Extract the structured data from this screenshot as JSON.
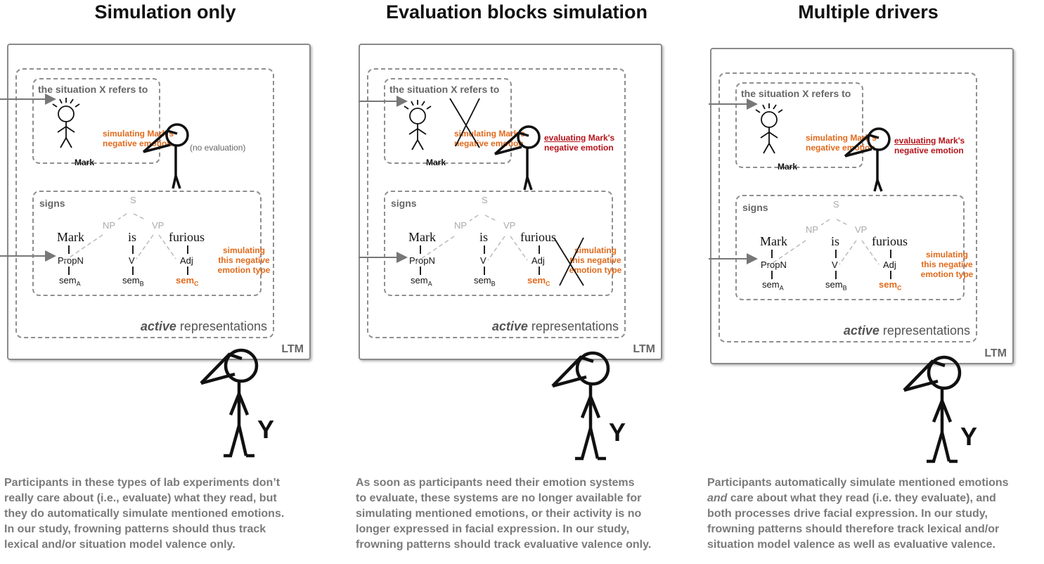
{
  "panels": [
    {
      "title": "Simulation only",
      "situation_label": "the situation X refers to",
      "mark_name": "Mark",
      "sim_mark_1": "simulating Mark's",
      "sim_mark_2": "negative emotion",
      "eval_note": "(no evaluation)",
      "signs_label": "signs",
      "tree": {
        "S": "S",
        "NP": "NP",
        "VP": "VP",
        "w1": "Mark",
        "w2": "is",
        "w3": "furious",
        "c1": "PropN",
        "c2": "V",
        "c3": "Adj",
        "sem": "sem",
        "subA": "A",
        "subB": "B",
        "subC": "C"
      },
      "sim_type_1": "simulating",
      "sim_type_2": "this negative",
      "sim_type_3": "emotion type",
      "active_italic": "active",
      "active_rest": " representations",
      "ltm": "LTM",
      "y": "Y",
      "caption": [
        "Participants in these types of lab experiments don’t",
        "really care about (i.e., evaluate) what they read, but",
        "they do automatically simulate mentioned emotions.",
        "In our study, frowning patterns should thus track",
        "lexical and/or situation model valence only."
      ]
    },
    {
      "title": "Evaluation blocks simulation",
      "situation_label": "the situation X refers to",
      "mark_name": "Mark",
      "sim_mark_1": "simulating Mark's",
      "sim_mark_2": "negative emotion",
      "eval_u": "evaluating",
      "eval_rest": " Mark's",
      "eval_2": "negative emotion",
      "signs_label": "signs",
      "tree": {
        "S": "S",
        "NP": "NP",
        "VP": "VP",
        "w1": "Mark",
        "w2": "is",
        "w3": "furious",
        "c1": "PropN",
        "c2": "V",
        "c3": "Adj",
        "sem": "sem",
        "subA": "A",
        "subB": "B",
        "subC": "C"
      },
      "sim_type_1": "simulating",
      "sim_type_2": "this negative",
      "sim_type_3": "emotion type",
      "active_italic": "active",
      "active_rest": " representations",
      "ltm": "LTM",
      "y": "Y",
      "caption": [
        "As soon as participants need their emotion systems",
        "to evaluate, these systems are no longer available for",
        "simulating mentioned emotions, or their activity is no",
        "longer expressed in facial expression. In our study,",
        "frowning patterns should track evaluative valence only."
      ]
    },
    {
      "title": "Multiple drivers",
      "situation_label": "the situation X refers to",
      "mark_name": "Mark",
      "sim_mark_1": "simulating Mark's",
      "sim_mark_2": "negative emotion",
      "eval_u": "evaluating",
      "eval_rest": " Mark's",
      "eval_2": "negative emotion",
      "signs_label": "signs",
      "tree": {
        "S": "S",
        "NP": "NP",
        "VP": "VP",
        "w1": "Mark",
        "w2": "is",
        "w3": "furious",
        "c1": "PropN",
        "c2": "V",
        "c3": "Adj",
        "sem": "sem",
        "subA": "A",
        "subB": "B",
        "subC": "C"
      },
      "sim_type_1": "simulating",
      "sim_type_2": "this negative",
      "sim_type_3": "emotion type",
      "active_italic": "active",
      "active_rest": " representations",
      "ltm": "LTM",
      "y": "Y",
      "caption_1": "Participants automatically simulate mentioned emotions",
      "caption_2_italic": "and",
      "caption_2_rest": " care about what they read (i.e. they evaluate), and",
      "caption": [
        "both processes drive facial expression. In our study,",
        "frowning patterns should therefore track lexical and/or",
        "situation model valence as well as evaluative valence."
      ]
    }
  ]
}
